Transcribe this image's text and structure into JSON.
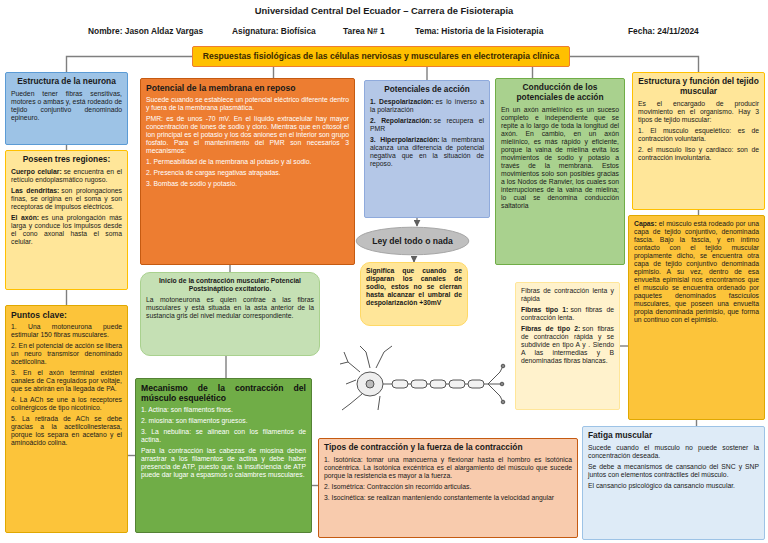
{
  "diagram": {
    "title": "Universidad Central Del Ecuador – Carrera de Fisioterapia",
    "nodes": [
      {
        "text": [
          "Respuestas fisiológicas de las células nerviosas y musculares en electroterapia clínica"
        ]
      },
      {
        "text": [
          "Estructura de la neurona",
          "Pueden tener fibras sensitivas, motores o ambas y, está rodeado de tejido conjuntivo denominado epineuro."
        ]
      },
      {
        "text": [
          "Poseen tres regiones:",
          "Cuerpo celular:",
          "se encuentra en el retículo endoplasmático rugoso.",
          "Las dendritas:",
          "son prolongaciones finas, se origina en el soma y son receptoras de impulsos eléctricos.",
          "El axón:",
          "es una prolongación más larga y conduce los impulsos desde el cono axonal hasta el soma celular."
        ]
      },
      {
        "text": [
          "Potencial de la membrana en reposo",
          "Sucede cuando se establece un potencial eléctrico diferente dentro y fuera de la membrana plasmática.",
          "PMR: es de unos -70 mV. En el líquido extracelular hay mayor concentración de iones de sodio y cloro. Mientras que en citosol el ion principal es el potasio y los dos aniones en el interior son grupo fosfato. Para el mantenimiento del PMR son necesarios 3 mecanismos:",
          "1. Permeabilidad de la membrana al potasio y al sodio.",
          "2. Presencia de cargas negativas atrapadas.",
          "3. Bombas de sodio y potasio."
        ]
      },
      {
        "text": [
          "Potenciales de acción",
          "1. Despolarización:",
          "es lo inverso a la polarización",
          "2. Repolarización:",
          "se recupera el PMR",
          "3. Hiperpolarización:",
          "la membrana alcanza una diferencia de potencial negativa que en la situación de reposo."
        ]
      },
      {
        "text": [
          "Conducción de los potenciales de acción",
          "En un axón amielínico es un suceso completo e independiente que se repite a lo largo de toda la longitud del axón. En cambio, en un axón mielínico, es más rápido y eficiente, porque la vaina de mielina evita los movimientos de sodio y potasio a través de la membrana. Estos movimientos solo son posibles gracias a los Nodos de Ranvier, los cuales son interrupciones de la vaina de mielina; lo cual se denomina conducción saltatoria"
        ]
      },
      {
        "text": [
          "Estructura y función del tejido muscular",
          "Es el encargado de producir movimiento en el organismo. Hay 3 tipos de tejido muscular:",
          "1. El musculo esquelético: es de contracción voluntaria.",
          "2. el musculo liso y cardiaco: son de contracción involuntaria."
        ]
      },
      {
        "text": [
          "Ley del todo o nada"
        ]
      },
      {
        "text": [
          "Significa que cuando se disparan los canales de sodio, estos no se cierran hasta alcanzar el umbral de despolarización +30mV"
        ]
      },
      {
        "text": [
          "Inicio de la contracción muscular: Potencial Postsináptico excitatorio.",
          "La motoneurona es quien contrae a las fibras musculares y está situada en la asta anterior de la sustancia gris del nivel medular correspondiente."
        ]
      },
      {
        "text": [
          "Capas:",
          "el músculo está rodeado por una capa de tejido conjuntivo, denominada fascia. Bajo la fascia, y en íntimo contacto con el tejido muscular propiamente dicho, se encuentra otra capa de tejido conjuntivo denominada epimisio. A su vez, dentro de esa envuelta epimisial nos encontramos que el musculo se encuentra ordenado por paquetes denominados fascículos musculares, que poseen una envuelta propia denominada perimisio, que forma un continuo con el epimisio."
        ]
      },
      {
        "text": [
          "Fibras de contracción lenta y rápida",
          "Fibras tipo 1:",
          "son fibras de contracción lenta.",
          "Fibras de tipo 2:",
          "son fibras de contracción rápida y se subdivide en tipo A y . Siendo A las intermedias y B denominadas fibras blancas."
        ]
      },
      {
        "text": [
          "Puntos clave:",
          "1. Una motoneurona puede estimular 150 fibras musculares.",
          "2. En el potencial de acción se libera un neuro transmisor denominado acetilcolina.",
          "3. En el axón terminal existen canales de Ca regulados por voltaje, que se abrirán en la llegada de PA.",
          "4. La ACh se une a los receptores colinérgicos de tipo nicotínico.",
          "5. La retirada de ACh se debe gracias a la acetilcolinesterasa, porque los separa en acetano y el aminoácido colina."
        ]
      },
      {
        "text": [
          "Mecanismo de la contracción del músculo esquelético",
          "1. Actina: son filamentos finos.",
          "2. miosina: son filamentos gruesos.",
          "3. La nebulina: se alinean con los filamentos de actina.",
          "Para la contracción las cabezas de miosina deben arrastrar a los filamentos de actina y debe haber presencia de ATP, puesto que, la insuficiencia de ATP puede dar lugar a espasmos o calambres musculares."
        ]
      },
      {
        "text": [
          "Tipos de contracción y la fuerza de la contracción",
          "1. Isotónica: tomar una mancuerna y flexionar hasta el hombro es isotónica concéntrica. La isotónica excéntrica es el alargamiento del músculo que sucede porque la resistencia es mayor a la fuerza.",
          "2. Isométrica: Contracción sin recorrido articulas.",
          "3. Isocinética: se realizan manteniendo constantemente la velocidad angular"
        ]
      },
      {
        "text": [
          "Fatiga muscular",
          "Sucede cuando el musculo no puede sostener la concentración deseada.",
          "Se debe a mecanismos de cansancio del SNC y SNP juntos con elementos contráctiles del músculo.",
          "El cansancio psicológico da cansancio muscular."
        ]
      }
    ],
    "edges": [
      {
        "from": 0,
        "to": 1,
        "arrow": "none"
      },
      {
        "from": 0,
        "to": 3,
        "arrow": "none"
      },
      {
        "from": 0,
        "to": 4,
        "arrow": "none"
      },
      {
        "from": 0,
        "to": 5,
        "arrow": "none"
      },
      {
        "from": 0,
        "to": 6,
        "arrow": "none"
      },
      {
        "from": 1,
        "to": 2,
        "arrow": "none"
      },
      {
        "from": 4,
        "to": 7,
        "arrow": "to"
      },
      {
        "from": 7,
        "to": 8,
        "arrow": "to"
      },
      {
        "from": 6,
        "to": 10,
        "arrow": "none"
      },
      {
        "from": 2,
        "to": 12,
        "arrow": "none"
      },
      {
        "from": 3,
        "to": 9,
        "arrow": "none"
      },
      {
        "from": 9,
        "to": 13,
        "arrow": "none"
      },
      {
        "from": 10,
        "to": 11,
        "arrow": "none"
      },
      {
        "from": 10,
        "to": 15,
        "arrow": "none"
      },
      {
        "from": 12,
        "to": 13,
        "arrow": "none"
      },
      {
        "from": 13,
        "to": 14,
        "arrow": "none"
      }
    ],
    "labels": [
      "Nombre: Jason Aldaz Vargas",
      "Asignatura: Biofísica",
      "Tarea N# 1",
      "Tema: Historia de la Fisioterapia",
      "Fecha: 24/11/2024"
    ]
  }
}
